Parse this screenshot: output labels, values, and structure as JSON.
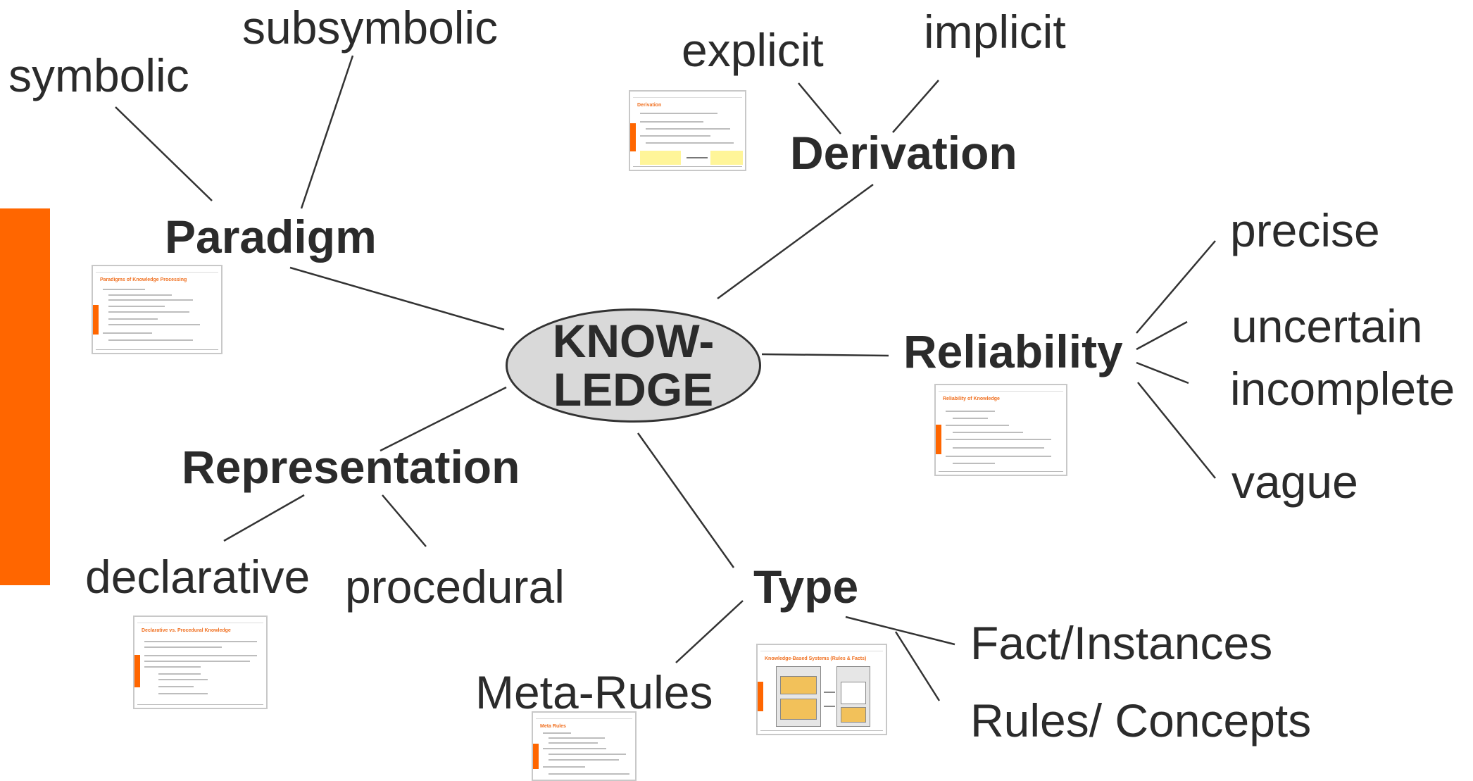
{
  "diagram": {
    "center": {
      "line1": "KNOW-",
      "line2": "LEDGE"
    },
    "branches": {
      "paradigm": {
        "label": "Paradigm",
        "children": [
          "symbolic",
          "subsymbolic"
        ]
      },
      "derivation": {
        "label": "Derivation",
        "children": [
          "explicit",
          "implicit"
        ]
      },
      "reliability": {
        "label": "Reliability",
        "children": [
          "precise",
          "uncertain",
          "incomplete",
          "vague"
        ]
      },
      "representation": {
        "label": "Representation",
        "children": [
          "declarative",
          "procedural"
        ]
      },
      "type": {
        "label": "Type",
        "children": [
          "Meta-Rules",
          "Fact/Instances",
          "Rules/ Concepts"
        ]
      }
    },
    "thumbnails": {
      "paradigm": "Paradigms of Knowledge Processing",
      "derivation": "Derivation",
      "reliability": "Reliability of Knowledge",
      "representation": "Declarative vs. Procedural Knowledge",
      "meta_rules": "Meta Rules",
      "type": "Knowledge-Based Systems (Rules & Facts)"
    }
  },
  "colors": {
    "accent": "#ff6600",
    "ellipse_fill": "#d9d9d9",
    "line": "#333333",
    "text": "#2b2b2b"
  }
}
